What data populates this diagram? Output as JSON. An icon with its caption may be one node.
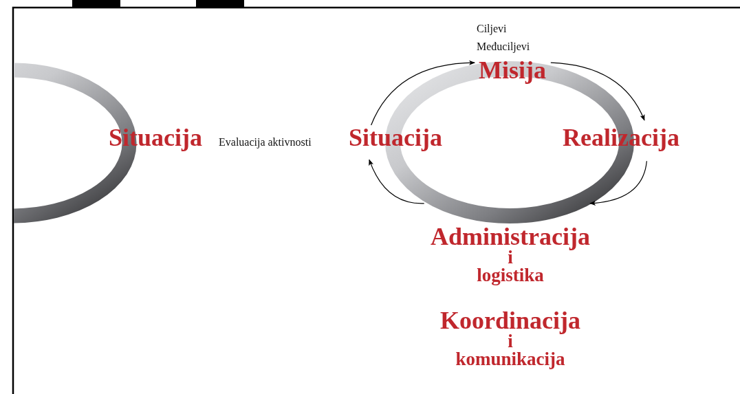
{
  "diagram": {
    "nodes": [
      {
        "text": [
          "Situacija"
        ]
      },
      {
        "text": [
          "Situacija"
        ]
      },
      {
        "text": [
          "Misija"
        ]
      },
      {
        "text": [
          "Realizacija"
        ]
      },
      {
        "text": [
          "Administracija",
          "i logistika"
        ]
      },
      {
        "text": [
          "Koordinacija",
          "i komunikacija"
        ]
      }
    ],
    "edges": [
      {
        "from": 1,
        "to": 2,
        "arrow": "to"
      },
      {
        "from": 2,
        "to": 3,
        "arrow": "to"
      },
      {
        "from": 3,
        "to": 4,
        "arrow": "to"
      },
      {
        "from": 4,
        "to": 1,
        "arrow": "to"
      }
    ],
    "labels": [
      "Ciljevi",
      "Međuciljevi",
      "Evaluacija aktivnosti"
    ]
  }
}
